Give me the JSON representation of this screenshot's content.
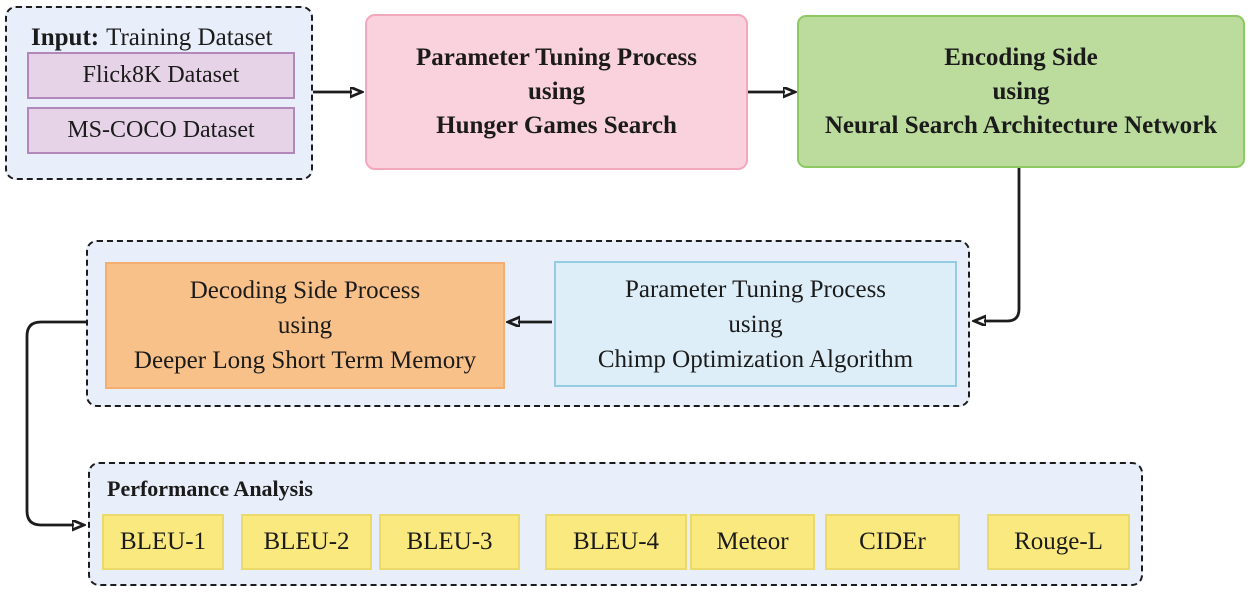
{
  "input_group": {
    "title_bold": "Input:",
    "title_rest": "Training Dataset",
    "datasets": [
      "Flick8K Dataset",
      "MS-COCO Dataset"
    ]
  },
  "tuning_hgs_box": {
    "lines": [
      "Parameter Tuning Process",
      "using",
      "Hunger Games Search"
    ]
  },
  "encoding_box": {
    "lines": [
      "Encoding Side",
      "using",
      "Neural Search Architecture Network"
    ]
  },
  "decoding_box": {
    "lines": [
      "Decoding Side Process",
      "using",
      "Deeper Long Short Term Memory"
    ]
  },
  "tuning_coa_box": {
    "lines": [
      "Parameter Tuning Process",
      "using",
      "Chimp Optimization Algorithm"
    ]
  },
  "performance": {
    "title": "Performance Analysis",
    "metrics": [
      "BLEU-1",
      "BLEU-2",
      "BLEU-3",
      "BLEU-4",
      "Meteor",
      "CIDEr",
      "Rouge-L"
    ]
  },
  "colors": {
    "group_fill": "#e8eefa",
    "dashed_border": "#1c1c1c",
    "dataset_fill": "#e7d3e8",
    "dataset_border": "#b287b9",
    "hgs_fill": "#fad2de",
    "hgs_border": "#f3a7bd",
    "encoding_fill": "#bcdc9e",
    "encoding_border": "#8ec862",
    "decoding_fill": "#f8c18a",
    "decoding_border": "#f4ae72",
    "coa_fill": "#ddeef8",
    "coa_border": "#96cbe4",
    "metric_fill": "#f9e97e",
    "metric_border": "#ecd96b",
    "arrow": "#1c1c1c"
  }
}
